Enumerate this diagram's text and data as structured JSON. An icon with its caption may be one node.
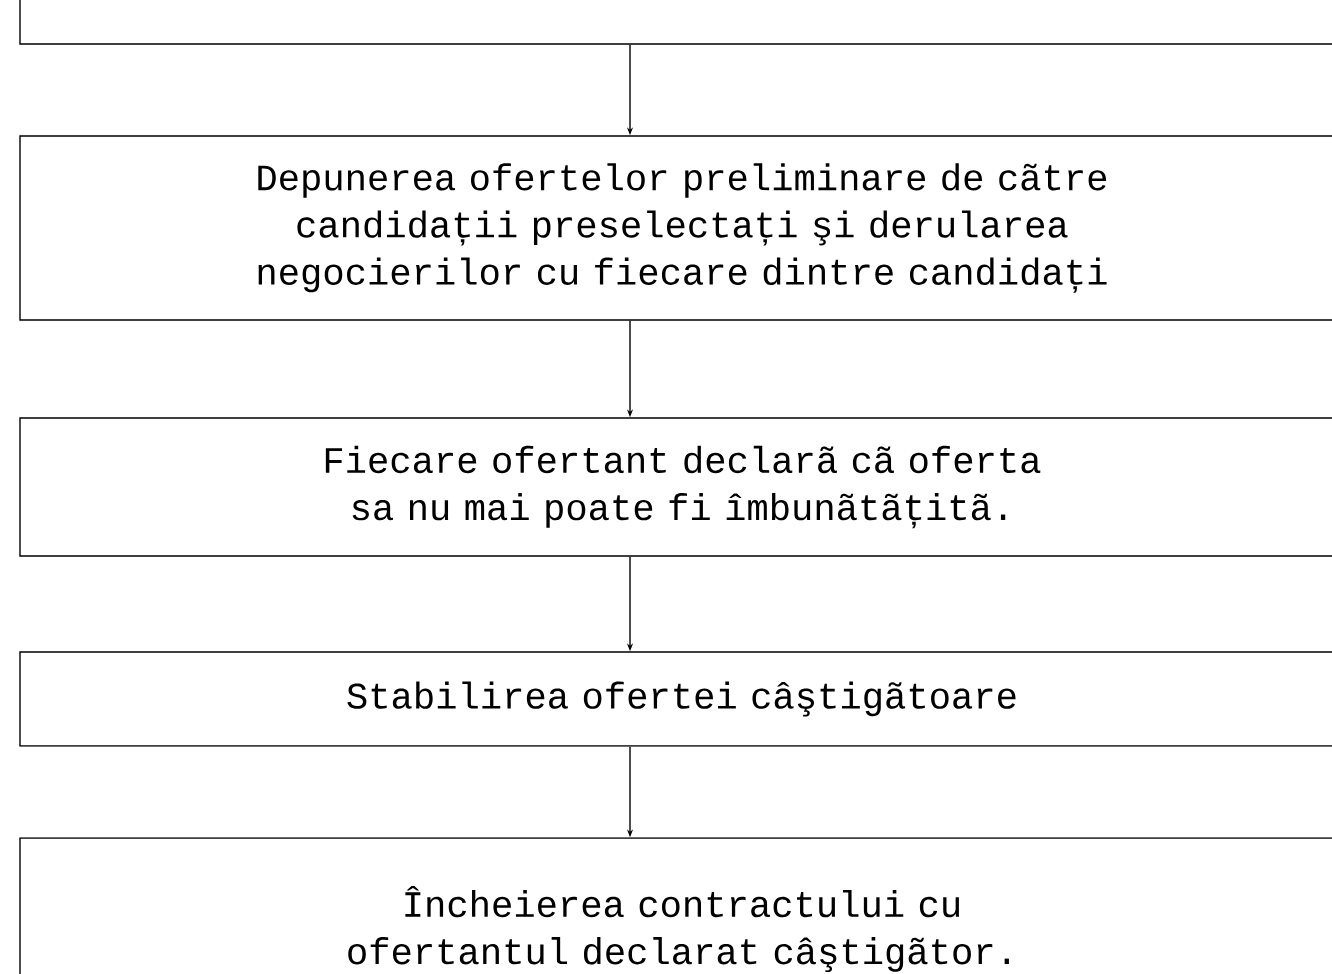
{
  "diagram": {
    "nodes": [
      {
        "text": [],
        "shape": "box"
      },
      {
        "text": [
          "Depunerea ofertelor preliminare de cãtre candidații preselectați şi derularea negocierilor cu fiecare dintre candidați"
        ]
      },
      {
        "text": [
          "Fiecare ofertant declarã cã oferta sa nu mai poate fi îmbunãtãțitã."
        ]
      },
      {
        "text": [
          "Stabilirea ofertei câştigãtoare"
        ]
      },
      {
        "text": [
          "Încheierea contractului cu ofertantul declarat câştigãtor."
        ]
      }
    ],
    "edges": [
      {
        "from": 0,
        "to": 1,
        "arrow": "to"
      },
      {
        "from": 1,
        "to": 2,
        "arrow": "to"
      },
      {
        "from": 2,
        "to": 3,
        "arrow": "to"
      },
      {
        "from": 3,
        "to": 4,
        "arrow": "to"
      }
    ]
  }
}
